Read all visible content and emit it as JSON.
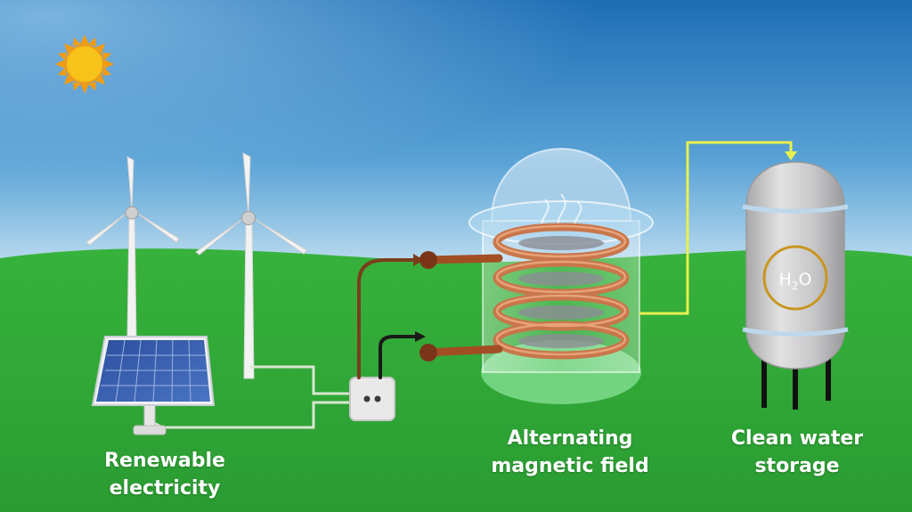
{
  "labels": {
    "renewable": [
      "Renewable",
      "electricity"
    ],
    "magnetic": [
      "Alternating",
      "magnetic field"
    ],
    "storage": [
      "Clean water",
      "storage"
    ]
  },
  "tank_label": {
    "main": "H",
    "sub": "2",
    "tail": "O"
  },
  "colors": {
    "sky_top": "#1f6fb8",
    "sky_bottom": "#cfe6f5",
    "grass": "#2fa836",
    "copper": "#b4582f",
    "sun": "#f6b417",
    "wire": "#e6ef4a",
    "tank": "#c9c9cb"
  }
}
